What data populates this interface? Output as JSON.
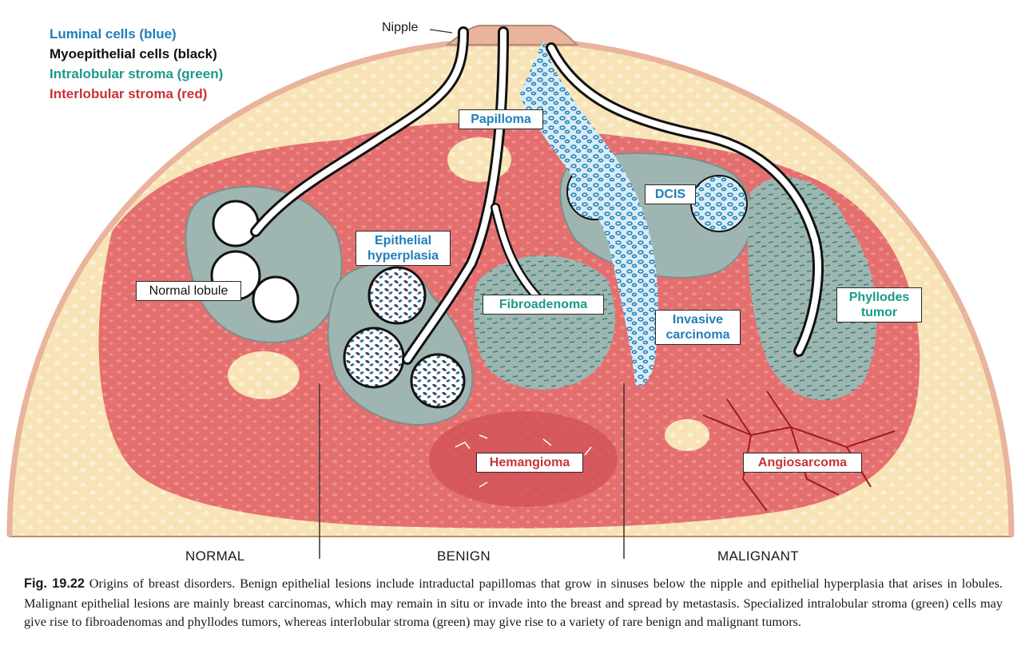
{
  "legend": [
    {
      "text": "Luminal cells (blue)",
      "color": "#1f7fb8"
    },
    {
      "text": "Myoepithelial cells (black)",
      "color": "#111111"
    },
    {
      "text": "Intralobular stroma (green)",
      "color": "#1a9a8a"
    },
    {
      "text": "Interlobular stroma (red)",
      "color": "#c8323a"
    }
  ],
  "labels": {
    "nipple": "Nipple",
    "papilloma": "Papilloma",
    "dcis": "DCIS",
    "normal_lobule": "Normal lobule",
    "epithelial_hyperplasia": "Epithelial\nhyperplasia",
    "fibroadenoma": "Fibroadenoma",
    "invasive_carcinoma": "Invasive\ncarcinoma",
    "phyllodes_tumor": "Phyllodes\ntumor",
    "hemangioma": "Hemangioma",
    "angiosarcoma": "Angiosarcoma"
  },
  "sections": {
    "normal": "NORMAL",
    "benign": "BENIGN",
    "malignant": "MALIGNANT"
  },
  "caption": {
    "fig": "Fig. 19.22",
    "text": "Origins of breast disorders. Benign epithelial lesions include intraductal papillomas that grow in sinuses below the nipple and epithelial hyperplasia that arises in lobules. Malignant epithelial lesions are mainly breast carcinomas, which may remain in situ or invade into the breast and spread by metastasis. Specialized intralobular stroma (green) cells may give rise to fibroadenomas and phyllodes tumors, whereas interlobular stroma (green) may give rise to a variety of rare benign and malignant tumors."
  },
  "colors": {
    "fat": "#f7e3b6",
    "skin": "#e9b39c",
    "interlobular": "#e46f6f",
    "intralobular": "#9fb5b1",
    "luminal": "#1f7fb8",
    "myoepithelial": "#111111",
    "green_label": "#1a9a8a",
    "red_label": "#c8323a"
  }
}
